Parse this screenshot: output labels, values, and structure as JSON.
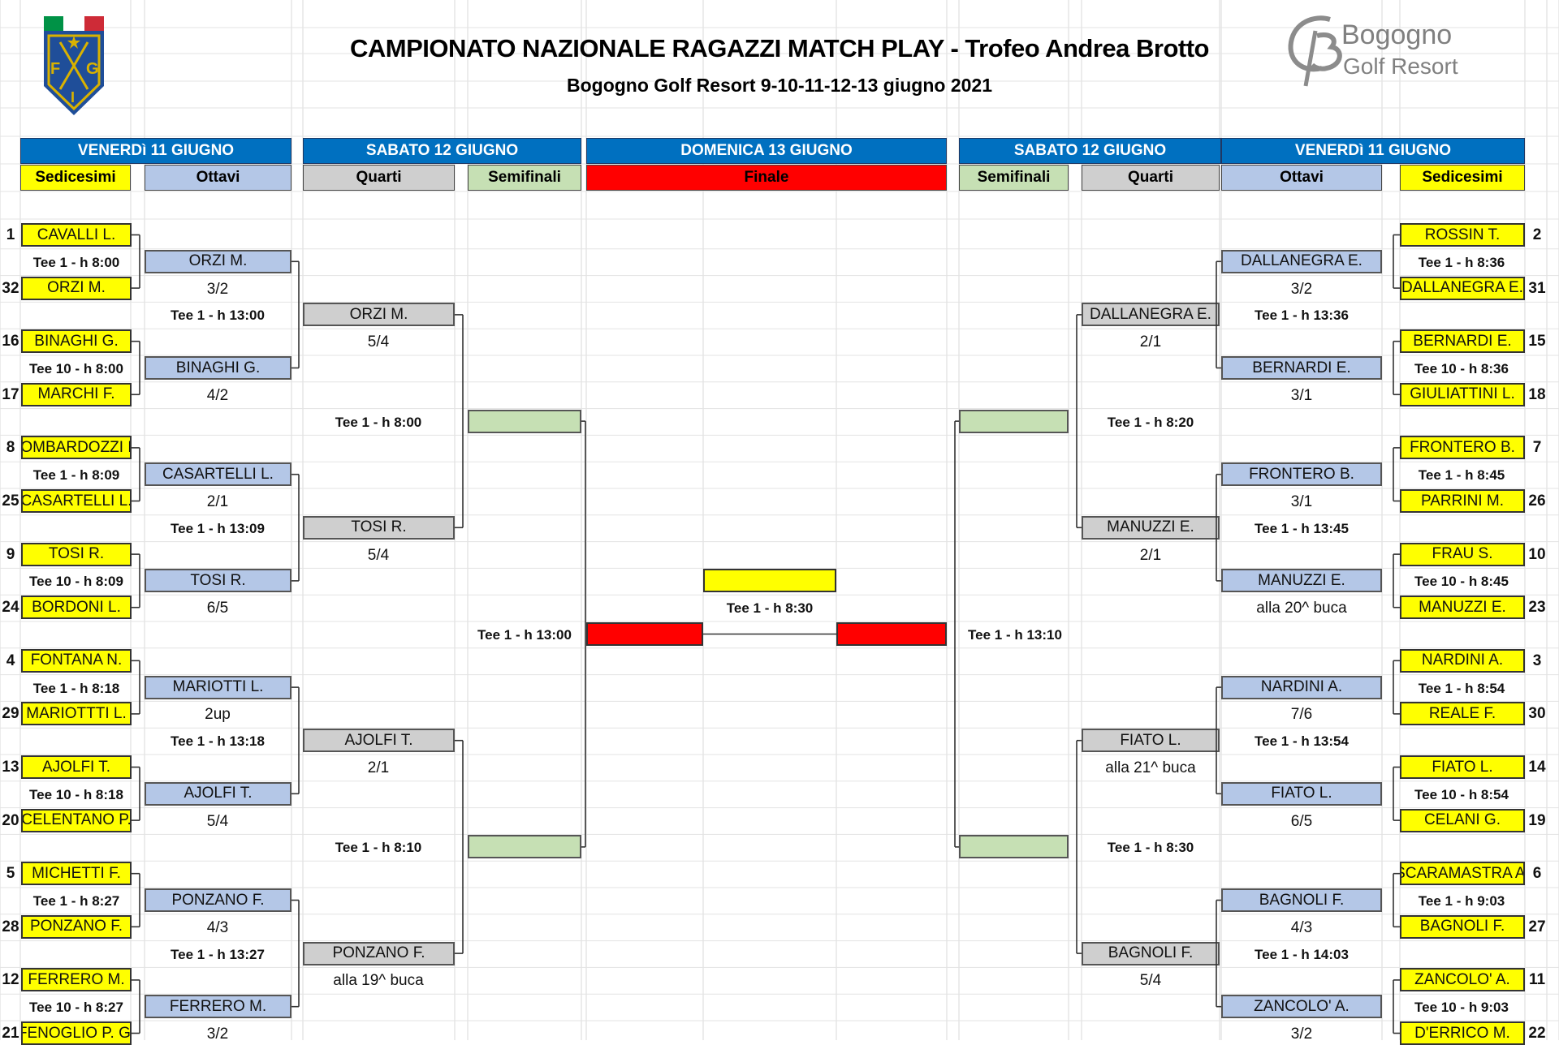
{
  "header": {
    "title": "CAMPIONATO NAZIONALE RAGAZZI MATCH PLAY  - Trofeo Andrea Brotto",
    "subtitle": "Bogogno Golf Resort 9-10-11-12-13 giugno 2021",
    "left_logo_letters": [
      "F",
      "G",
      "I"
    ],
    "right_logo": {
      "line1": "Bogogno",
      "line2": "Golf Resort"
    }
  },
  "columns": {
    "day_headers": [
      "VENERDì 11 GIUGNO",
      "SABATO 12 GIUGNO",
      "DOMENICA 13 GIUGNO",
      "SABATO 12 GIUGNO",
      "VENERDì 11 GIUGNO"
    ],
    "round_headers": [
      "Sedicesimi",
      "Ottavi",
      "Quarti",
      "Semifinali",
      "Finale",
      "Semifinali",
      "Quarti",
      "Ottavi",
      "Sedicesimi"
    ]
  },
  "left": {
    "r32": [
      {
        "seed": "1",
        "name": "CAVALLI L."
      },
      {
        "seed": "32",
        "name": "ORZI M."
      },
      {
        "seed": "16",
        "name": "BINAGHI G."
      },
      {
        "seed": "17",
        "name": "MARCHI F."
      },
      {
        "seed": "8",
        "name": "LOMBARDOZZI L."
      },
      {
        "seed": "25",
        "name": "CASARTELLI L."
      },
      {
        "seed": "9",
        "name": "TOSI R."
      },
      {
        "seed": "24",
        "name": "BORDONI L."
      },
      {
        "seed": "4",
        "name": "FONTANA N."
      },
      {
        "seed": "29",
        "name": "MARIOTTTI L."
      },
      {
        "seed": "13",
        "name": "AJOLFI T."
      },
      {
        "seed": "20",
        "name": "CELENTANO P."
      },
      {
        "seed": "5",
        "name": "MICHETTI F."
      },
      {
        "seed": "28",
        "name": "PONZANO F."
      },
      {
        "seed": "12",
        "name": "FERRERO M."
      },
      {
        "seed": "21",
        "name": "FENOGLIO P. G."
      }
    ],
    "r32_tees": [
      "Tee 1 - h 8:00",
      "Tee 10 - h 8:00",
      "Tee 1 - h 8:09",
      "Tee 10 - h 8:09",
      "Tee 1 - h 8:18",
      "Tee 10 - h 8:18",
      "Tee 1 - h 8:27",
      "Tee 10 - h 8:27"
    ],
    "r16": [
      {
        "name": "ORZI M.",
        "result": "3/2"
      },
      {
        "name": "BINAGHI G.",
        "result": "4/2"
      },
      {
        "name": "CASARTELLI L.",
        "result": "2/1"
      },
      {
        "name": "TOSI R.",
        "result": "6/5"
      },
      {
        "name": "MARIOTTI L.",
        "result": "2up"
      },
      {
        "name": "AJOLFI T.",
        "result": "5/4"
      },
      {
        "name": "PONZANO F.",
        "result": "4/3"
      },
      {
        "name": "FERRERO M.",
        "result": "3/2"
      }
    ],
    "r16_tees": [
      "Tee 1 - h 13:00",
      "Tee 1 - h 13:09",
      "Tee 1 - h 13:18",
      "Tee 1 - h 13:27"
    ],
    "qf": [
      {
        "name": "ORZI M.",
        "result": "5/4"
      },
      {
        "name": "TOSI R.",
        "result": "5/4"
      },
      {
        "name": "AJOLFI T.",
        "result": "2/1"
      },
      {
        "name": "PONZANO F.",
        "result": "alla 19^ buca"
      }
    ],
    "qf_tees": [
      "Tee 1 - h 8:00",
      "Tee 1 - h 8:10"
    ],
    "sf_tee": "Tee 1 - h 13:00"
  },
  "right": {
    "r32": [
      {
        "seed": "2",
        "name": "ROSSIN T."
      },
      {
        "seed": "31",
        "name": "DALLANEGRA E."
      },
      {
        "seed": "15",
        "name": "BERNARDI E."
      },
      {
        "seed": "18",
        "name": "GIULIATTINI L."
      },
      {
        "seed": "7",
        "name": "FRONTERO B."
      },
      {
        "seed": "26",
        "name": "PARRINI M."
      },
      {
        "seed": "10",
        "name": "FRAU S."
      },
      {
        "seed": "23",
        "name": "MANUZZI E."
      },
      {
        "seed": "3",
        "name": "NARDINI A."
      },
      {
        "seed": "30",
        "name": "REALE F."
      },
      {
        "seed": "14",
        "name": "FIATO L."
      },
      {
        "seed": "19",
        "name": "CELANI G."
      },
      {
        "seed": "6",
        "name": "SCARAMASTRA A."
      },
      {
        "seed": "27",
        "name": "BAGNOLI F."
      },
      {
        "seed": "11",
        "name": "ZANCOLO' A."
      },
      {
        "seed": "22",
        "name": "D'ERRICO M."
      }
    ],
    "r32_tees": [
      "Tee 1 - h 8:36",
      "Tee 10 - h 8:36",
      "Tee 1 - h 8:45",
      "Tee 10 - h 8:45",
      "Tee 1 - h 8:54",
      "Tee 10 - h 8:54",
      "Tee 1 - h 9:03",
      "Tee 10 - h 9:03"
    ],
    "r16": [
      {
        "name": "DALLANEGRA E.",
        "result": "3/2"
      },
      {
        "name": "BERNARDI E.",
        "result": "3/1"
      },
      {
        "name": "FRONTERO B.",
        "result": "3/1"
      },
      {
        "name": "MANUZZI E.",
        "result": "alla 20^ buca"
      },
      {
        "name": "NARDINI A.",
        "result": "7/6"
      },
      {
        "name": "FIATO L.",
        "result": "6/5"
      },
      {
        "name": "BAGNOLI F.",
        "result": "4/3"
      },
      {
        "name": "ZANCOLO' A.",
        "result": "3/2"
      }
    ],
    "r16_tees": [
      "Tee 1 - h 13:36",
      "Tee 1 - h 13:45",
      "Tee 1 - h 13:54",
      "Tee 1 - h 14:03"
    ],
    "qf": [
      {
        "name": "DALLANEGRA E.",
        "result": "2/1"
      },
      {
        "name": "MANUZZI E.",
        "result": "2/1"
      },
      {
        "name": "FIATO L.",
        "result": "alla 21^ buca"
      },
      {
        "name": "BAGNOLI F.",
        "result": "5/4"
      }
    ],
    "qf_tees": [
      "Tee 1 - h 8:20",
      "Tee 1 - h 8:30"
    ],
    "sf_tee": "Tee 1 - h 13:10"
  },
  "final": {
    "tee": "Tee 1 - h 8:30"
  },
  "colors": {
    "header_blue": "#0070c0",
    "sedicesimi_yellow": "#ffff00",
    "ottavi_blue": "#b4c7e7",
    "quarti_gray": "#cfcfcf",
    "semifinali_green": "#c6e0b4",
    "finale_red": "#ff0000"
  }
}
